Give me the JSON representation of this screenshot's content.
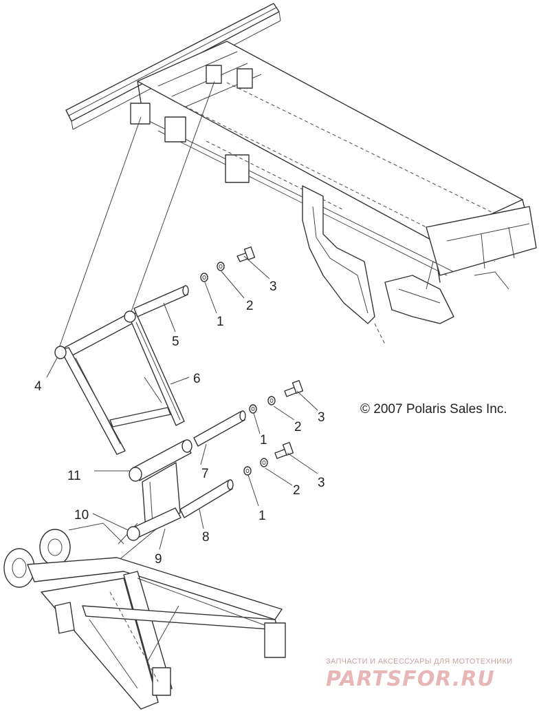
{
  "diagram": {
    "copyright": "© 2007 Polaris Sales Inc.",
    "watermark": {
      "tagline": "ЗАПЧАСТИ И АКСЕССУАРЫ ДЛЯ МОТОТЕХНИКИ",
      "logo": "PARTSFOR.RU"
    },
    "callouts": [
      "1",
      "2",
      "3",
      "4",
      "5",
      "6",
      "7",
      "8",
      "9",
      "10",
      "11",
      "1",
      "2",
      "3",
      "1",
      "2",
      "3"
    ]
  }
}
